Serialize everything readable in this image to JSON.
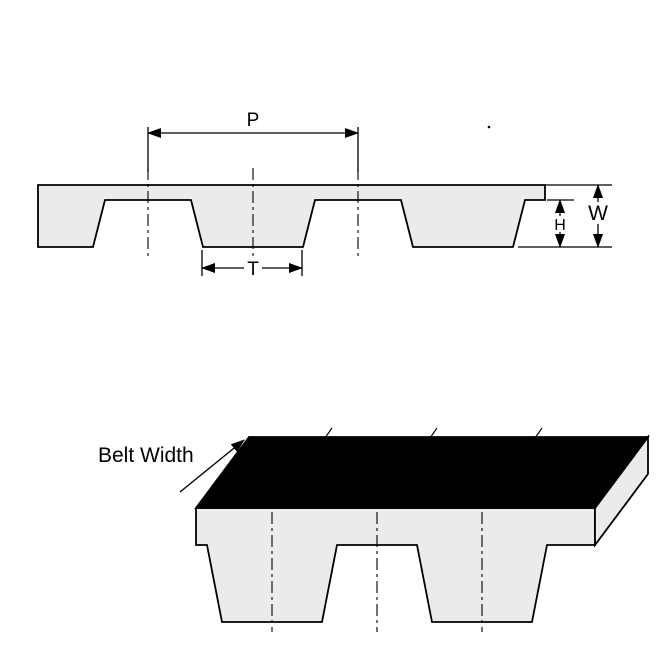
{
  "diagram": {
    "kind": "timing-belt-profile-drawing",
    "labels": {
      "pitch": "P",
      "tooth_width": "T",
      "tooth_height": "H",
      "thickness": "W",
      "belt_width": "Belt Width"
    },
    "colors": {
      "background": "#ffffff",
      "line": "#000000",
      "belt_fill": "#ebebeb",
      "top_face_fill": "#000000"
    }
  }
}
